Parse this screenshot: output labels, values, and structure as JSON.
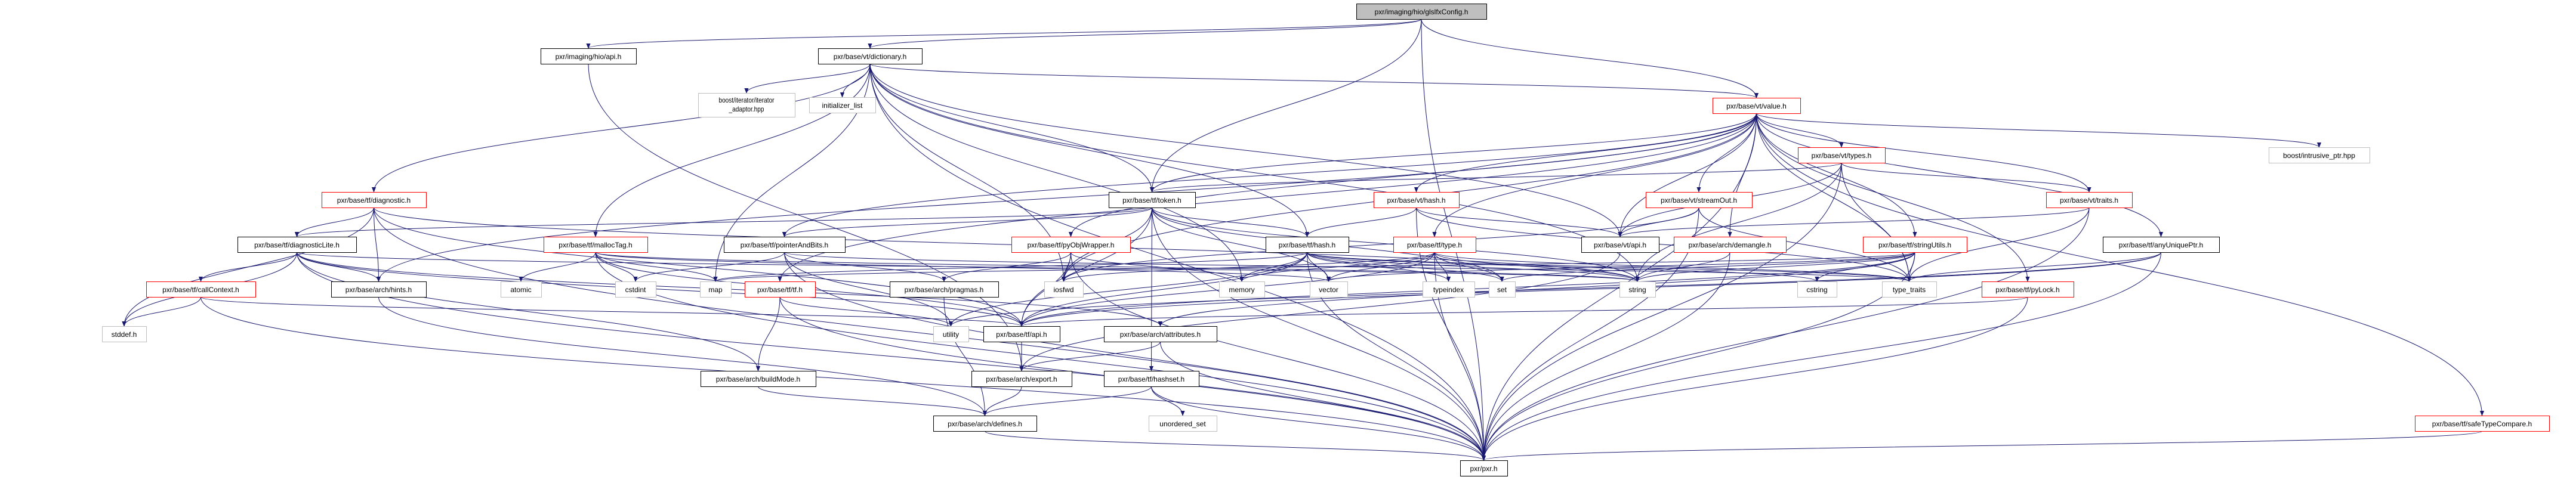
{
  "graph": {
    "title": "pxr/imaging/hio/glslfxConfig.h",
    "colors": {
      "edge": "#191970",
      "documented": "#000000",
      "truncated": "#ff0000",
      "external": "#bfbfbf",
      "root_fill": "#bfbfbf"
    },
    "nodes": [
      {
        "id": "root",
        "label": "pxr/imaging/hio/glslfxConfig.h",
        "kind": "root"
      },
      {
        "id": "hio_api",
        "label": "pxr/imaging/hio/api.h",
        "kind": "documented"
      },
      {
        "id": "dictionary",
        "label": "pxr/base/vt/dictionary.h",
        "kind": "documented"
      },
      {
        "id": "iter_adaptor",
        "label": "boost/iterator/iterator_adaptor.hpp",
        "kind": "external"
      },
      {
        "id": "initializer_list",
        "label": "initializer_list",
        "kind": "external"
      },
      {
        "id": "value",
        "label": "pxr/base/vt/value.h",
        "kind": "truncated"
      },
      {
        "id": "types",
        "label": "pxr/base/vt/types.h",
        "kind": "truncated"
      },
      {
        "id": "intrusive",
        "label": "boost/intrusive_ptr.hpp",
        "kind": "external"
      },
      {
        "id": "diagnostic",
        "label": "pxr/base/tf/diagnostic.h",
        "kind": "truncated"
      },
      {
        "id": "token",
        "label": "pxr/base/tf/token.h",
        "kind": "documented"
      },
      {
        "id": "vthash",
        "label": "pxr/base/vt/hash.h",
        "kind": "truncated"
      },
      {
        "id": "streamOut",
        "label": "pxr/base/vt/streamOut.h",
        "kind": "truncated"
      },
      {
        "id": "traits",
        "label": "pxr/base/vt/traits.h",
        "kind": "truncated"
      },
      {
        "id": "diagnosticLite",
        "label": "pxr/base/tf/diagnosticLite.h",
        "kind": "documented"
      },
      {
        "id": "mallocTag",
        "label": "pxr/base/tf/mallocTag.h",
        "kind": "truncated"
      },
      {
        "id": "pointerAndBits",
        "label": "pxr/base/tf/pointerAndBits.h",
        "kind": "documented"
      },
      {
        "id": "pyObjWrapper",
        "label": "pxr/base/tf/pyObjWrapper.h",
        "kind": "truncated"
      },
      {
        "id": "tfhash",
        "label": "pxr/base/tf/hash.h",
        "kind": "documented"
      },
      {
        "id": "tftype",
        "label": "pxr/base/tf/type.h",
        "kind": "truncated"
      },
      {
        "id": "vtapi",
        "label": "pxr/base/vt/api.h",
        "kind": "documented"
      },
      {
        "id": "demangle",
        "label": "pxr/base/arch/demangle.h",
        "kind": "truncated"
      },
      {
        "id": "stringUtils",
        "label": "pxr/base/tf/stringUtils.h",
        "kind": "truncated"
      },
      {
        "id": "anyUniquePtr",
        "label": "pxr/base/tf/anyUniquePtr.h",
        "kind": "documented"
      },
      {
        "id": "callContext",
        "label": "pxr/base/tf/callContext.h",
        "kind": "truncated"
      },
      {
        "id": "hints",
        "label": "pxr/base/arch/hints.h",
        "kind": "documented"
      },
      {
        "id": "atomic",
        "label": "atomic",
        "kind": "external"
      },
      {
        "id": "cstdint",
        "label": "cstdint",
        "kind": "external"
      },
      {
        "id": "map",
        "label": "map",
        "kind": "external"
      },
      {
        "id": "tftf",
        "label": "pxr/base/tf/tf.h",
        "kind": "truncated"
      },
      {
        "id": "pragmas",
        "label": "pxr/base/arch/pragmas.h",
        "kind": "documented"
      },
      {
        "id": "iosfwd",
        "label": "iosfwd",
        "kind": "external"
      },
      {
        "id": "memory",
        "label": "memory",
        "kind": "external"
      },
      {
        "id": "vector",
        "label": "vector",
        "kind": "external"
      },
      {
        "id": "typeindex",
        "label": "typeindex",
        "kind": "external"
      },
      {
        "id": "set",
        "label": "set",
        "kind": "external"
      },
      {
        "id": "string",
        "label": "string",
        "kind": "external"
      },
      {
        "id": "cstring",
        "label": "cstring",
        "kind": "external"
      },
      {
        "id": "type_traits",
        "label": "type_traits",
        "kind": "external"
      },
      {
        "id": "pyLock",
        "label": "pxr/base/tf/pyLock.h",
        "kind": "truncated"
      },
      {
        "id": "stddef",
        "label": "stddef.h",
        "kind": "external"
      },
      {
        "id": "utility",
        "label": "utility",
        "kind": "external"
      },
      {
        "id": "tfapi",
        "label": "pxr/base/tf/api.h",
        "kind": "documented"
      },
      {
        "id": "attributes",
        "label": "pxr/base/arch/attributes.h",
        "kind": "documented"
      },
      {
        "id": "buildMode",
        "label": "pxr/base/arch/buildMode.h",
        "kind": "documented"
      },
      {
        "id": "export",
        "label": "pxr/base/arch/export.h",
        "kind": "documented"
      },
      {
        "id": "hashset",
        "label": "pxr/base/tf/hashset.h",
        "kind": "documented"
      },
      {
        "id": "defines",
        "label": "pxr/base/arch/defines.h",
        "kind": "documented"
      },
      {
        "id": "unordered_set",
        "label": "unordered_set",
        "kind": "external"
      },
      {
        "id": "safeTypeCompare",
        "label": "pxr/base/tf/safeTypeCompare.h",
        "kind": "truncated"
      },
      {
        "id": "pxr",
        "label": "pxr/pxr.h",
        "kind": "documented"
      }
    ],
    "edges": [
      [
        "root",
        "hio_api"
      ],
      [
        "root",
        "dictionary"
      ],
      [
        "root",
        "token"
      ],
      [
        "root",
        "value"
      ],
      [
        "root",
        "pxr"
      ],
      [
        "hio_api",
        "export"
      ],
      [
        "dictionary",
        "pxr"
      ],
      [
        "dictionary",
        "vtapi"
      ],
      [
        "dictionary",
        "value"
      ],
      [
        "dictionary",
        "diagnostic"
      ],
      [
        "dictionary",
        "mallocTag"
      ],
      [
        "dictionary",
        "token"
      ],
      [
        "dictionary",
        "iter_adaptor"
      ],
      [
        "dictionary",
        "initializer_list"
      ],
      [
        "dictionary",
        "iosfwd"
      ],
      [
        "dictionary",
        "map"
      ],
      [
        "dictionary",
        "memory"
      ],
      [
        "dictionary",
        "tfhash"
      ],
      [
        "dictionary",
        "string"
      ],
      [
        "value",
        "pxr"
      ],
      [
        "value",
        "demangle"
      ],
      [
        "value",
        "hints"
      ],
      [
        "value",
        "pointerAndBits"
      ],
      [
        "value",
        "pyLock"
      ],
      [
        "value",
        "pyObjWrapper"
      ],
      [
        "value",
        "safeTypeCompare"
      ],
      [
        "value",
        "stringUtils"
      ],
      [
        "value",
        "tftf"
      ],
      [
        "value",
        "tftype"
      ],
      [
        "value",
        "anyUniquePtr"
      ],
      [
        "value",
        "vtapi"
      ],
      [
        "value",
        "vthash"
      ],
      [
        "value",
        "streamOut"
      ],
      [
        "value",
        "traits"
      ],
      [
        "value",
        "types"
      ],
      [
        "value",
        "intrusive"
      ],
      [
        "value",
        "iosfwd"
      ],
      [
        "value",
        "type_traits"
      ],
      [
        "value",
        "token"
      ],
      [
        "diagnostic",
        "pxr"
      ],
      [
        "diagnostic",
        "diagnosticLite"
      ],
      [
        "diagnostic",
        "hints"
      ],
      [
        "diagnostic",
        "tfapi"
      ],
      [
        "diagnostic",
        "stddef"
      ],
      [
        "diagnostic",
        "string"
      ],
      [
        "diagnosticLite",
        "pxr"
      ],
      [
        "diagnosticLite",
        "callContext"
      ],
      [
        "diagnosticLite",
        "hints"
      ],
      [
        "diagnosticLite",
        "attributes"
      ],
      [
        "diagnosticLite",
        "buildMode"
      ],
      [
        "diagnosticLite",
        "tfapi"
      ],
      [
        "diagnosticLite",
        "stddef"
      ],
      [
        "diagnosticLite",
        "string"
      ],
      [
        "callContext",
        "pxr"
      ],
      [
        "callContext",
        "tfapi"
      ],
      [
        "callContext",
        "stddef"
      ],
      [
        "hints",
        "defines"
      ],
      [
        "mallocTag",
        "pxr"
      ],
      [
        "mallocTag",
        "atomic"
      ],
      [
        "mallocTag",
        "cstdint"
      ],
      [
        "mallocTag",
        "tfapi"
      ],
      [
        "mallocTag",
        "map"
      ],
      [
        "mallocTag",
        "string"
      ],
      [
        "mallocTag",
        "vector"
      ],
      [
        "pointerAndBits",
        "pxr"
      ],
      [
        "pointerAndBits",
        "pragmas"
      ],
      [
        "pointerAndBits",
        "cstdint"
      ],
      [
        "pointerAndBits",
        "type_traits"
      ],
      [
        "pointerAndBits",
        "utility"
      ],
      [
        "tftf",
        "pxr"
      ],
      [
        "tftf",
        "buildMode"
      ],
      [
        "tftf",
        "utility"
      ],
      [
        "buildMode",
        "defines"
      ],
      [
        "token",
        "pxr"
      ],
      [
        "token",
        "tfapi"
      ],
      [
        "token",
        "diagnosticLite"
      ],
      [
        "token",
        "tfhash"
      ],
      [
        "token",
        "pointerAndBits"
      ],
      [
        "token",
        "hashset"
      ],
      [
        "token",
        "iosfwd"
      ],
      [
        "token",
        "string"
      ],
      [
        "token",
        "vector"
      ],
      [
        "token",
        "set"
      ],
      [
        "vthash",
        "pxr"
      ],
      [
        "vthash",
        "vtapi"
      ],
      [
        "vthash",
        "tfhash"
      ],
      [
        "vthash",
        "type_traits"
      ],
      [
        "streamOut",
        "pxr"
      ],
      [
        "streamOut",
        "vtapi"
      ],
      [
        "streamOut",
        "iosfwd"
      ],
      [
        "streamOut",
        "type_traits"
      ],
      [
        "pyObjWrapper",
        "pxr"
      ],
      [
        "pyObjWrapper",
        "tfapi"
      ],
      [
        "pyObjWrapper",
        "iosfwd"
      ],
      [
        "pyObjWrapper",
        "memory"
      ],
      [
        "pyObjWrapper",
        "pragmas"
      ],
      [
        "tfhash",
        "pxr"
      ],
      [
        "tfhash",
        "tfapi"
      ],
      [
        "tfhash",
        "cstring"
      ],
      [
        "tfhash",
        "string"
      ],
      [
        "tfhash",
        "map"
      ],
      [
        "tfhash",
        "memory"
      ],
      [
        "tfhash",
        "typeindex"
      ],
      [
        "tfhash",
        "vector"
      ],
      [
        "tfhash",
        "set"
      ],
      [
        "tfhash",
        "type_traits"
      ],
      [
        "tfhash",
        "utility"
      ],
      [
        "tftype",
        "pxr"
      ],
      [
        "tftype",
        "tfapi"
      ],
      [
        "tftype",
        "iosfwd"
      ],
      [
        "tftype",
        "memory"
      ],
      [
        "tftype",
        "set"
      ],
      [
        "tftype",
        "string"
      ],
      [
        "tftype",
        "typeindex"
      ],
      [
        "tftype",
        "vector"
      ],
      [
        "tftype",
        "type_traits"
      ],
      [
        "vtapi",
        "export"
      ],
      [
        "demangle",
        "pxr"
      ],
      [
        "demangle",
        "string"
      ],
      [
        "pragmas",
        "defines"
      ],
      [
        "tfapi",
        "export"
      ],
      [
        "attributes",
        "pxr"
      ],
      [
        "attributes",
        "export"
      ],
      [
        "export",
        "defines"
      ],
      [
        "hashset",
        "pxr"
      ],
      [
        "hashset",
        "unordered_set"
      ],
      [
        "hashset",
        "defines"
      ],
      [
        "defines",
        "pxr"
      ],
      [
        "types",
        "pxr"
      ],
      [
        "types",
        "vtapi"
      ],
      [
        "types",
        "traits"
      ],
      [
        "types",
        "type_traits"
      ],
      [
        "types",
        "token"
      ],
      [
        "types",
        "string"
      ],
      [
        "traits",
        "pxr"
      ],
      [
        "traits",
        "vtapi"
      ],
      [
        "traits",
        "type_traits"
      ],
      [
        "stringUtils",
        "pxr"
      ],
      [
        "stringUtils",
        "attributes"
      ],
      [
        "stringUtils",
        "tfapi"
      ],
      [
        "stringUtils",
        "cstring"
      ],
      [
        "stringUtils",
        "set"
      ],
      [
        "stringUtils",
        "map"
      ],
      [
        "stringUtils",
        "string"
      ],
      [
        "stringUtils",
        "type_traits"
      ],
      [
        "stringUtils",
        "vector"
      ],
      [
        "anyUniquePtr",
        "pxr"
      ],
      [
        "anyUniquePtr",
        "tfapi"
      ],
      [
        "anyUniquePtr",
        "type_traits"
      ],
      [
        "anyUniquePtr",
        "utility"
      ],
      [
        "pyLock",
        "pxr"
      ],
      [
        "pyLock",
        "tfapi"
      ],
      [
        "safeTypeCompare",
        "pxr"
      ]
    ]
  }
}
